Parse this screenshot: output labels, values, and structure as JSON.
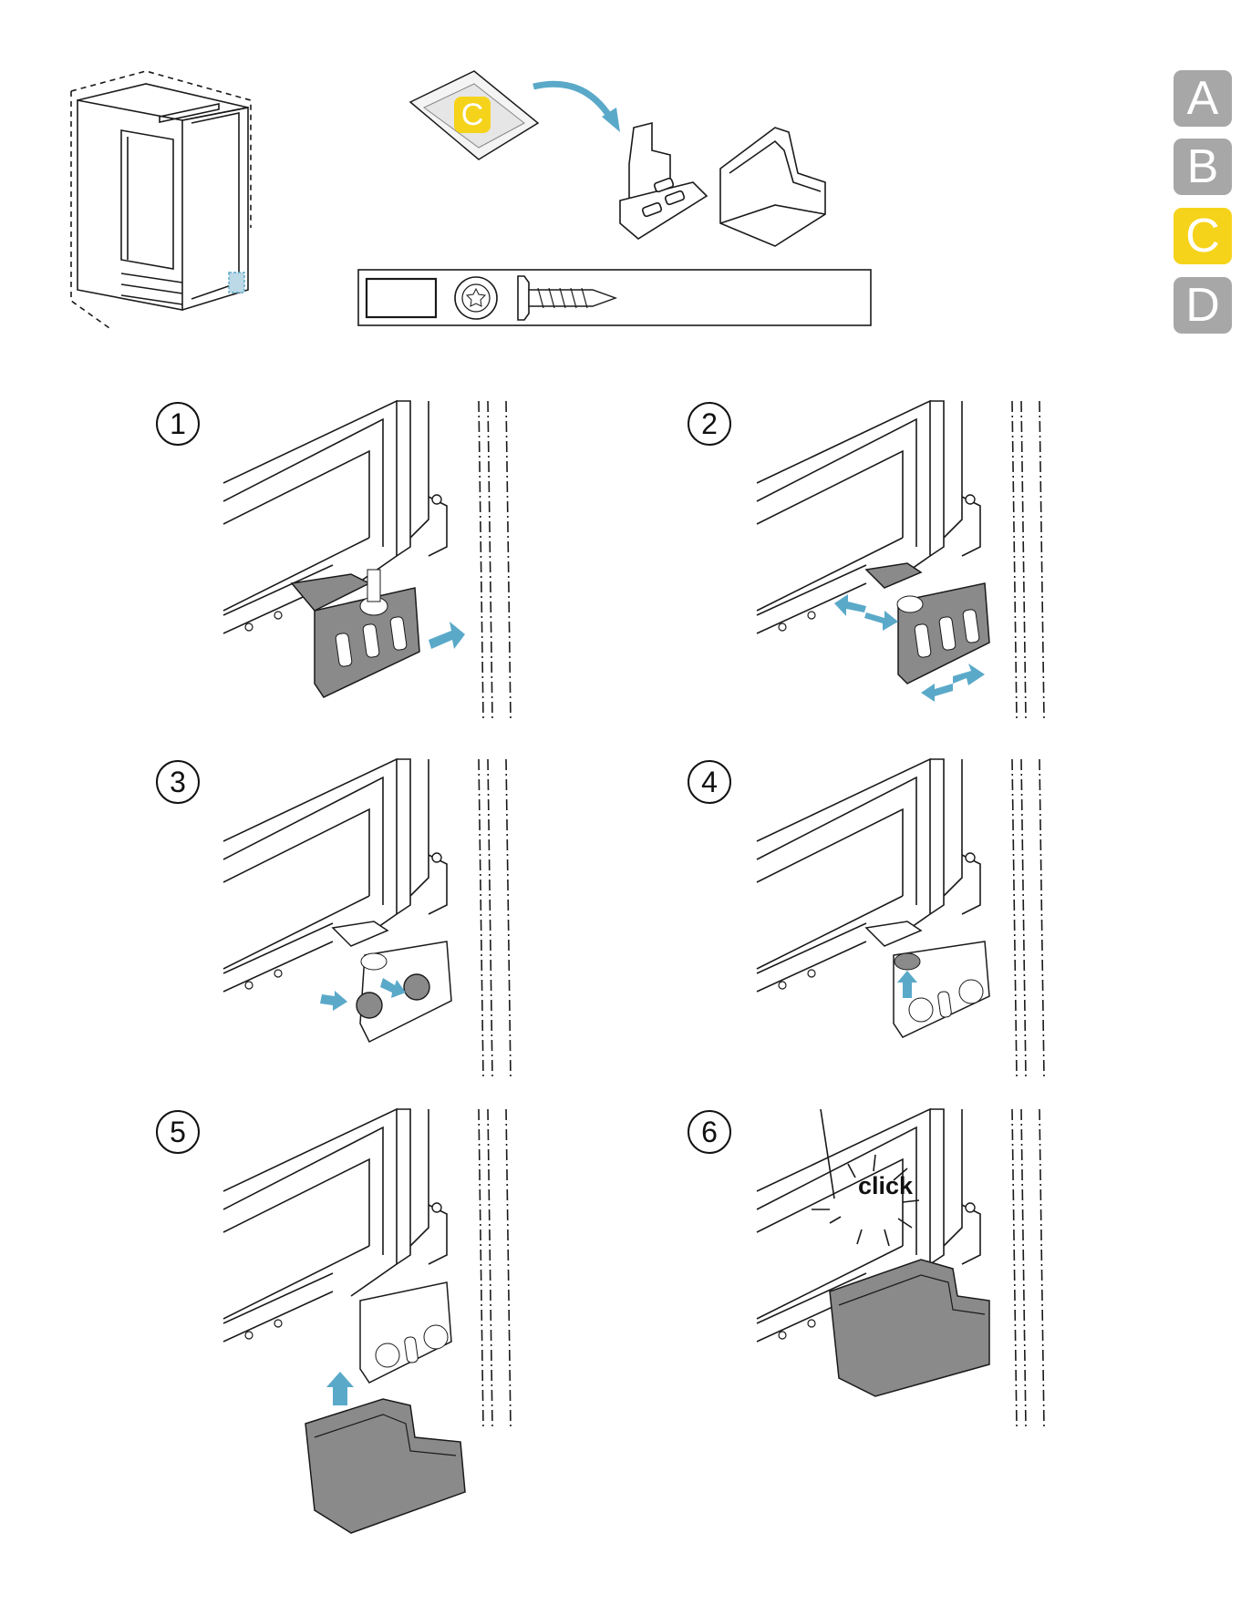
{
  "section_tabs": [
    {
      "label": "A",
      "active": false
    },
    {
      "label": "B",
      "active": false
    },
    {
      "label": "C",
      "active": true
    },
    {
      "label": "D",
      "active": false
    }
  ],
  "package_badge": "C",
  "steps": [
    {
      "number": "1"
    },
    {
      "number": "2"
    },
    {
      "number": "3"
    },
    {
      "number": "4"
    },
    {
      "number": "5"
    },
    {
      "number": "6",
      "annotation": "click"
    }
  ],
  "colors": {
    "accent_yellow": "#f6d31b",
    "tab_gray": "#a7a7a7",
    "arrow_blue": "#5aa9c9",
    "part_gray": "#8a8a8a",
    "line": "#1a1a1a"
  },
  "icons": [
    "fridge-outline",
    "parts-bag",
    "hinge-bracket",
    "hinge-cover",
    "torx-screw"
  ]
}
